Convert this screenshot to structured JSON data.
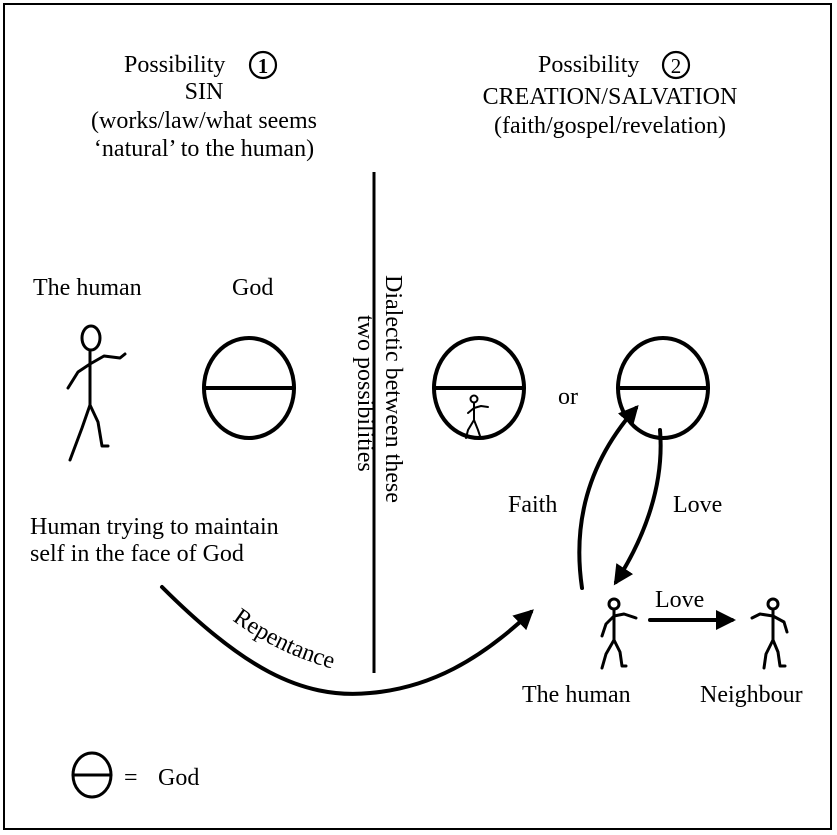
{
  "possibility1": {
    "heading": "Possibility",
    "number": "1",
    "title": "SIN",
    "line1": "(works/law/what seems",
    "line2": "‘natural’ to the human)"
  },
  "possibility2": {
    "heading": "Possibility",
    "number": "2",
    "title": "CREATION/SALVATION",
    "line1": "(faith/gospel/revelation)"
  },
  "left_labels": {
    "human": "The human",
    "god": "God",
    "caption_line1": "Human trying to maintain",
    "caption_line2": "self in the face of God"
  },
  "divider": {
    "line1": "Dialectic between these",
    "line2": "two possibilities"
  },
  "right_labels": {
    "or": "or",
    "faith": "Faith",
    "love_down": "Love",
    "love_across": "Love",
    "human": "The human",
    "neighbour": "Neighbour"
  },
  "repentance": "Repentance",
  "legend": {
    "equals": "=",
    "god": "God"
  }
}
